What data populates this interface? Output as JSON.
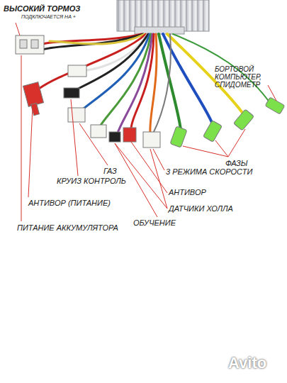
{
  "diagram": {
    "labels": [
      "ВЫСОКИЙ ТОРМОЗ",
      "ПОДКЛЮЧАЕТСЯ НА +",
      "БОРТОВОЙ КОМПЬЮТЕР, СПИДОМЕТР",
      "ФАЗЫ",
      "3 РЕЖИМА СКОРОСТИ",
      "ГАЗ",
      "КРУИЗ КОНТРОЛЬ",
      "АНТИВОР",
      "АНТИВОР (ПИТАНИЕ)",
      "ДАТЧИКИ ХОЛЛА",
      "ОБУЧЕНИЕ",
      "ПИТАНИЕ АККУМУЛЯТОРА",
      "Avito"
    ]
  }
}
